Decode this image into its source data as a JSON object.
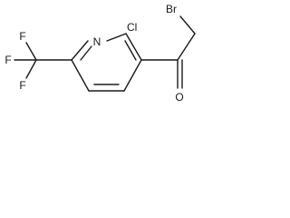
{
  "structure": {
    "atoms": {
      "bromine": "Br",
      "chlorine": "Cl",
      "ring_nitrogen": "N",
      "carbonyl_oxygen": "O",
      "fluorine_1": "F",
      "fluorine_2": "F",
      "fluorine_3": "F"
    },
    "colors": {
      "ink": "#1a1a1a",
      "background": "#ffffff"
    }
  }
}
